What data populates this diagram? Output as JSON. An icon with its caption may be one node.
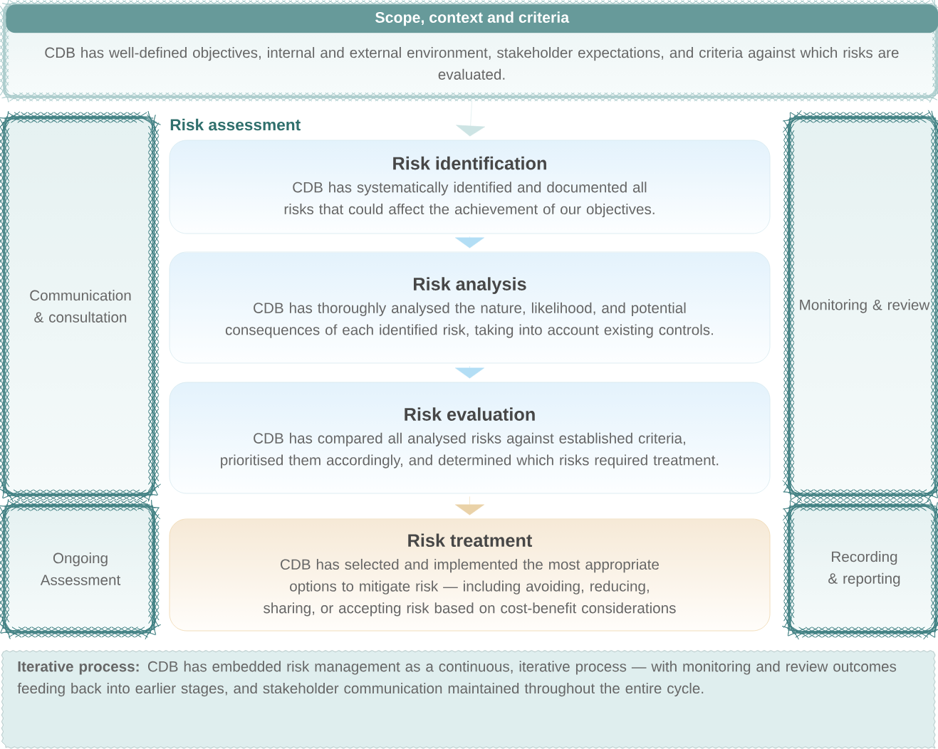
{
  "diagram": {
    "nodes": [
      {
        "text": [
          "Scope, context and criteria",
          "CDB has well-defined objectives, internal and external environment, stakeholder expectations, and criteria against which risks are evaluated."
        ]
      },
      {
        "text": [
          "Communication & consultation"
        ]
      },
      {
        "text": [
          "Risk identification",
          "CDB has systematically identified and documented all risks that could affect the achievement of our objectives."
        ]
      },
      {
        "text": [
          "Risk analysis",
          "CDB has thoroughly analysed the nature, likelihood, and potential consequences of each identified risk, taking into account existing controls."
        ]
      },
      {
        "text": [
          "Risk evaluation",
          "CDB has compared all analysed risks against established criteria, prioritised them accordingly, and determined which risks required treatment."
        ]
      },
      {
        "text": [
          "Risk treatment",
          "CDB has selected and implemented the most appropriate options to mitigate risk — including avoiding, reducing, sharing, or accepting risk based on cost-benefit considerations"
        ]
      },
      {
        "text": [
          "Monitoring & review"
        ]
      },
      {
        "text": [
          "Ongoing Assessment"
        ]
      },
      {
        "text": [
          "Recording & reporting"
        ]
      },
      {
        "text": [
          "**Iterative process:** CDB has embedded risk management as a continuous, iterative process — with monitoring and review outcomes feeding back into earlier stages, and stakeholder communication maintained throughout the entire cycle."
        ]
      }
    ],
    "edges": [
      {
        "from": 0,
        "to": 2,
        "arrow": "to",
        "color": "#cde4e4"
      },
      {
        "from": 2,
        "to": 3,
        "arrow": "to"
      },
      {
        "from": 3,
        "to": 4,
        "arrow": "to"
      },
      {
        "from": 4,
        "to": 5,
        "arrow": "to",
        "color": "#ead2a8"
      }
    ],
    "labels": [
      "Risk assessment"
    ]
  }
}
